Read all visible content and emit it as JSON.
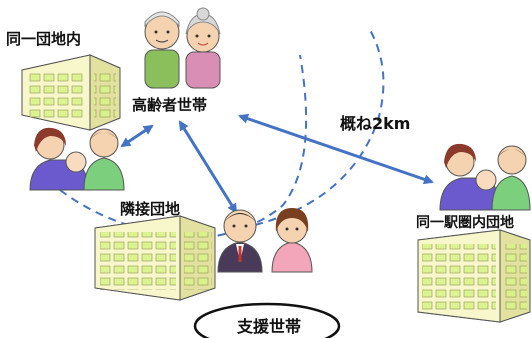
{
  "labels": {
    "same_complex": "同一団地内",
    "elderly": "高齢者世帯",
    "adjacent_complex": "隣接団地",
    "same_station": "同一駅圏内団地",
    "distance": "概ね2km",
    "support": "支援世帯"
  },
  "colors": {
    "arrow": "#4472c4",
    "dashed": "#4472c4",
    "building_wall": "#f4f3b8",
    "building_window": "#d9f28a",
    "building_stroke": "#555555"
  },
  "icons": {
    "elderly_couple": "elderly-couple-icon",
    "family_left": "family-icon",
    "family_right": "family-icon",
    "support_couple": "couple-icon",
    "buildings": "apartment-building-icon"
  }
}
